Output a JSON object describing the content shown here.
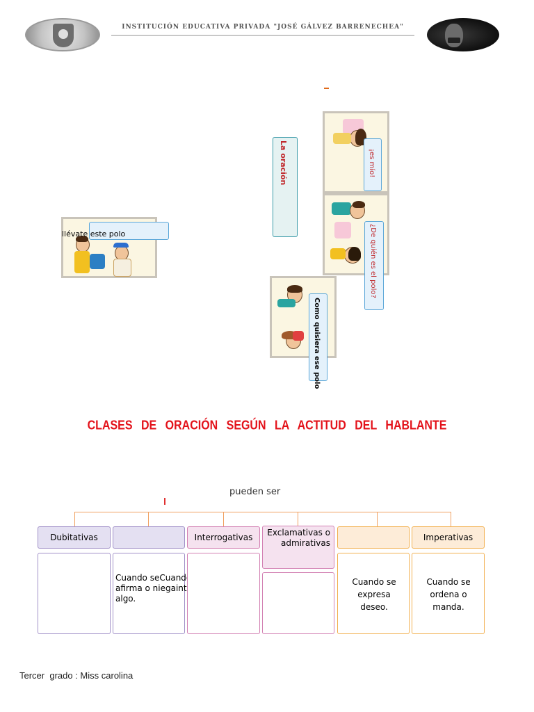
{
  "header": {
    "institution": "INSTITUCIÓN EDUCATIVA PRIVADA \"JOSÉ GÁLVEZ BARRENECHEA\""
  },
  "scenes": {
    "bubble_1": "llévate este polo",
    "bubble_2": "¡es mío!",
    "bubble_3": "¿De quién es el polo?",
    "bubble_4": "Como quisiera ese polo",
    "oracion_label": "La oración"
  },
  "main_title": "CLASES DE   ORACIÓN   SEGÚN  LA  ACTITUD  DEL   HABLANTE",
  "pueden_ser": "pueden ser",
  "classes": [
    {
      "label": "Dubitativas",
      "description": ""
    },
    {
      "label": "",
      "description": "Cuando seCuando se afirma o niegainterroga. algo."
    },
    {
      "label": "Interrogativas",
      "description": ""
    },
    {
      "label": "Exclamativas o admirativas",
      "description": ""
    },
    {
      "label": "",
      "description": "Cuando se expresa deseo."
    },
    {
      "label": "Imperativas",
      "description": "Cuando se ordena o manda."
    }
  ],
  "footer": "Tercer  grado : Miss carolina",
  "colors": {
    "title_red": "#e3121a",
    "connector_orange": "#f0a060",
    "purple_border": "#a190c8",
    "pink_border": "#d27fb2",
    "orange_border": "#f2b050",
    "bubble_blue": "#5aa6d8"
  }
}
